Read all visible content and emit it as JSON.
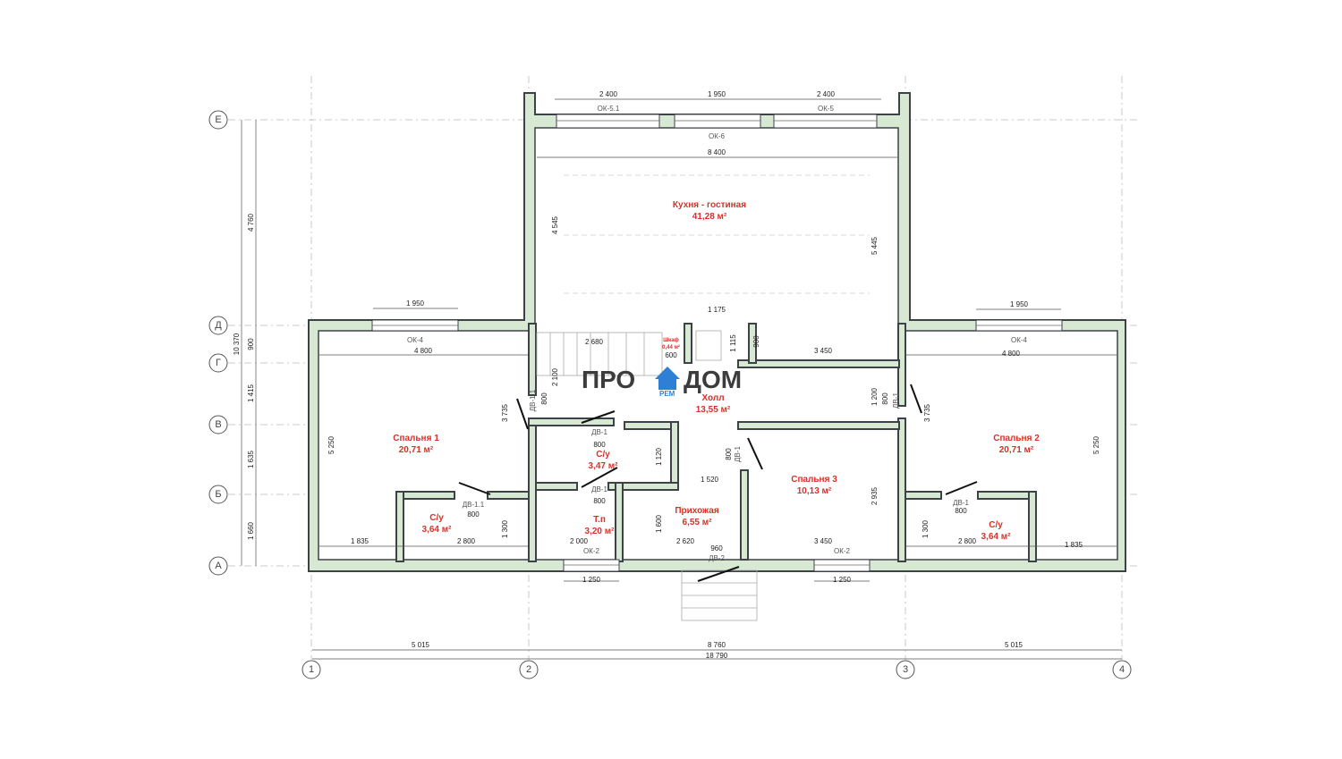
{
  "axes_letters": [
    "Е",
    "Д",
    "Г",
    "В",
    "Б",
    "А"
  ],
  "axes_numbers": [
    "1",
    "2",
    "3",
    "4"
  ],
  "logo": {
    "text1": "ПРО",
    "text2": "ДОМ",
    "sub": "РЕМ"
  },
  "rooms": {
    "kitchen": {
      "name": "Кухня - гостиная",
      "area": "41,28 м²"
    },
    "hall": {
      "name": "Холл",
      "area": "13,55 м²"
    },
    "bedroom1": {
      "name": "Спальня 1",
      "area": "20,71 м²"
    },
    "bedroom2": {
      "name": "Спальня 2",
      "area": "20,71 м²"
    },
    "bedroom3": {
      "name": "Спальня 3",
      "area": "10,13 м²"
    },
    "bath_center": {
      "name": "С/у",
      "area": "3,47 м²"
    },
    "bath_left": {
      "name": "С/у",
      "area": "3,64 м²"
    },
    "bath_right": {
      "name": "С/у",
      "area": "3,64 м²"
    },
    "utility": {
      "name": "Т.п",
      "area": "3,20 м²"
    },
    "entry": {
      "name": "Прихожая",
      "area": "6,55 м²"
    },
    "closet": {
      "name": "Шкаф",
      "area": "0,44 м²"
    }
  },
  "openings": {
    "ok51": "ОК-5.1",
    "ok5": "ОК-5",
    "ok6": "ОК-6",
    "ok4_left": "ОК-4",
    "ok4_right": "ОК-4",
    "ok2_left": "ОК-2",
    "ok2_right": "ОК-2",
    "dv11_a": "ДВ-1.1",
    "dv11_b": "ДВ-1.1",
    "dv1_a": "ДВ-1",
    "dv1_b": "ДВ-1",
    "dv1_c": "ДВ-1",
    "dv1_d": "ДВ-1",
    "dv1_e": "ДВ-1",
    "dv2": "ДВ-2"
  },
  "dims": {
    "top1": "2 400",
    "top2": "1 950",
    "top3": "2 400",
    "d8400": "8 400",
    "d4545": "4 545",
    "d5445": "5 445",
    "d1950_l": "1 950",
    "d1950_r": "1 950",
    "d4800_l": "4 800",
    "d4800_r": "4 800",
    "d1175": "1 175",
    "d2680": "2 680",
    "d600": "600",
    "d1115": "1 115",
    "d900_a": "900",
    "d3450_top": "3 450",
    "d2100": "2 100",
    "d800_a": "800",
    "d3735_l": "3 735",
    "d3735_r": "3 735",
    "d1200": "1 200",
    "d800_b": "800",
    "d5250_l": "5 250",
    "d5250_r": "5 250",
    "d800_c": "800",
    "d1120": "1 120",
    "d800_d": "800",
    "d1520": "1 520",
    "d800_e": "800",
    "d2935": "2 935",
    "d800_f": "800",
    "d800_g": "800",
    "d1300_l": "1 300",
    "d1300_r": "1 300",
    "d1600": "1 600",
    "d1835_l": "1 835",
    "d2800_l": "2 800",
    "d2000": "2 000",
    "d2620": "2 620",
    "d3450_bot": "3 450",
    "d2800_r": "2 800",
    "d1835_r": "1 835",
    "d960": "960",
    "d1250_l": "1 250",
    "d1250_r": "1 250",
    "b5015_l": "5 015",
    "b8760": "8 760",
    "b5015_r": "5 015",
    "b18790": "18 790",
    "v4760": "4 760",
    "v900": "900",
    "v10370": "10 370",
    "v1415": "1 415",
    "v1635": "1 635",
    "v1660": "1 660"
  }
}
